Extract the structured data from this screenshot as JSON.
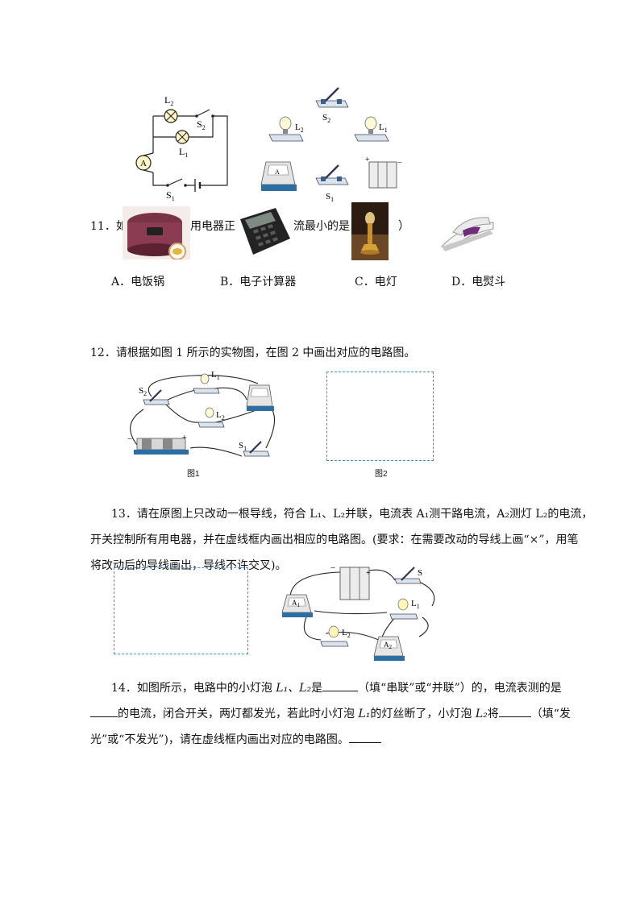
{
  "diagram_top": {
    "labels": {
      "L2": "L",
      "L2_sub": "2",
      "S2": "S",
      "S2_sub": "2",
      "L1": "L",
      "L1_sub": "1",
      "A": "A",
      "S1": "S",
      "S1_sub": "1"
    }
  },
  "q11": {
    "number": "11．",
    "text_a": "如",
    "text_b": "用电器正",
    "text_c": "流最小的是",
    "text_d": "）",
    "options": [
      "A．电饭锅",
      "B．电子计算器",
      "C．电灯",
      "D．电熨斗"
    ]
  },
  "q12": {
    "text": "12．请根据如图 1 所示的实物图，在图 2 中画出对应的电路图。",
    "fig1_caption": "图1",
    "fig2_caption": "图2",
    "labels": {
      "S2": "S",
      "S2_sub": "2",
      "L1": "L",
      "L1_sub": "1",
      "L2": "L",
      "L2_sub": "2",
      "S1": "S",
      "S1_sub": "1",
      "minus": "−",
      "plus": "+"
    }
  },
  "q13": {
    "line1": "13．请在原图上只改动一根导线，符合 L₁、L₂并联，电流表 A₁测干路电流，A₂测灯 L₂的电流，",
    "line2": "开关控制所有用电器，并在虚线框内画出相应的电路图。(要求：在需要改动的导线上画“×”，用笔",
    "line3": "将改动后的导线画出，导线不许交叉)。",
    "labels": {
      "S": "S",
      "L1": "L",
      "L1_sub": "1",
      "L2": "L",
      "L2_sub": "2",
      "A1": "A",
      "A1_sub": "1",
      "A2": "A",
      "A2_sub": "2",
      "minus": "−",
      "plus": "+"
    }
  },
  "q14": {
    "line1_a": "14．如图所示，电路中的小灯泡 ",
    "line1_b": "L₁、L₂",
    "line1_c": "是",
    "line1_d": "（填“串联”或“并联”）的，电流表测的是",
    "line2_a": "的电流，闭合开关，两灯都发光，若此时小灯泡 ",
    "line2_b": "L₁",
    "line2_c": "的灯丝断了，小灯泡 ",
    "line2_d": "L₂",
    "line2_e": "将",
    "line2_f": "（填“发",
    "line3_a": "光”或“不发光”)，请在虚线框内画出对应的电路图。"
  }
}
